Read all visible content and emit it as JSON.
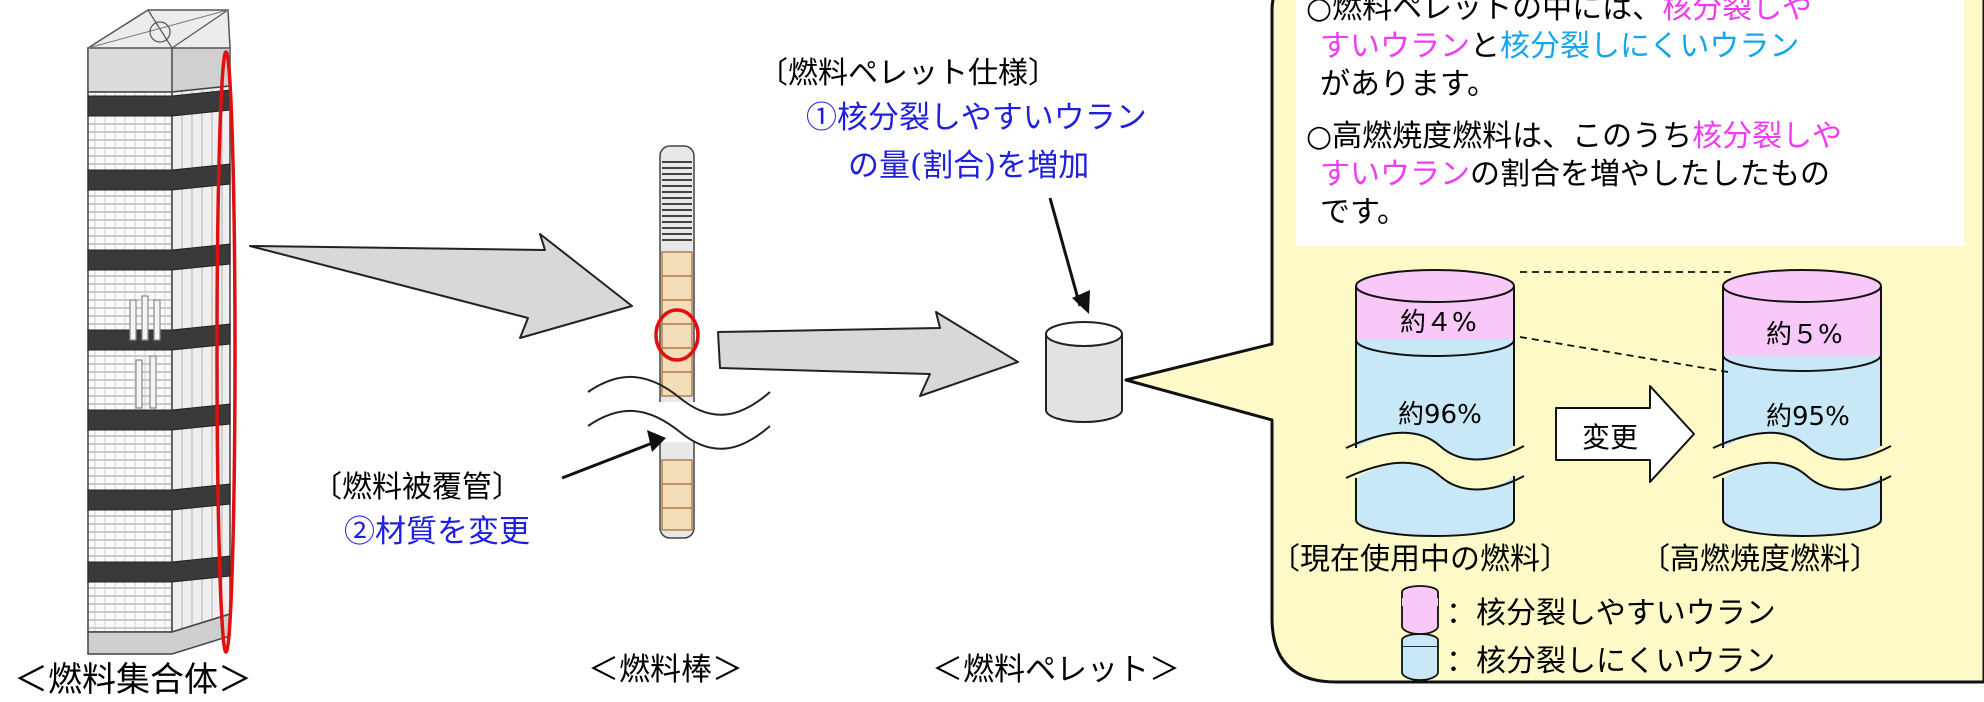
{
  "labels": {
    "assembly_caption": "＜燃料集合体＞",
    "rod_caption": "＜燃料棒＞",
    "pellet_caption": "＜燃料ペレット＞",
    "pellet_spec_title": "〔燃料ペレット仕様〕",
    "pellet_spec_line1": "①核分裂しやすいウラン",
    "pellet_spec_line2": "の量(割合)を増加",
    "cladding_title": "〔燃料被覆管〕",
    "cladding_change": "②材質を変更"
  },
  "callout": {
    "bullet1_prefix": "○燃料ペレットの中には、",
    "bullet1_fissile_a": "核分裂しや",
    "bullet1_fissile_b": "すいウラン",
    "bullet1_mid": "と",
    "bullet1_nonfissile": "核分裂しにくいウラン",
    "bullet1_end": "があります。",
    "bullet2_prefix": "○高燃焼度燃料は、このうち",
    "bullet2_fissile_a": "核分裂しや",
    "bullet2_fissile_b": "すいウラン",
    "bullet2_end_a": "の割合を増やしたしたもの",
    "bullet2_end_b": "です。"
  },
  "comparison": {
    "current": {
      "caption": "〔現在使用中の燃料〕",
      "fissile_label": "約４%",
      "nonfissile_label": "約96%"
    },
    "high_burnup": {
      "caption": "〔高燃焼度燃料〕",
      "fissile_label": "約５%",
      "nonfissile_label": "約95%"
    },
    "change_label": "変更"
  },
  "legend": {
    "fissile": "：核分裂しやすいウラン",
    "nonfissile": "：核分裂しにくいウラン"
  },
  "colors": {
    "callout_fill": "#fdfac8",
    "fissile_fill": "#f8c8f8",
    "nonfissile_fill": "#c8e8f8",
    "fissile_text": "#f03cf0",
    "nonfissile_text": "#14a6e8",
    "annotation_text": "#1f1fe0",
    "highlight": "#e01010"
  }
}
